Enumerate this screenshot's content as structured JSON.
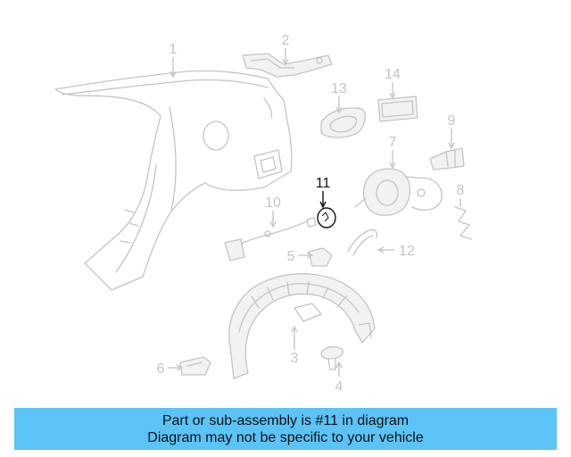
{
  "diagram": {
    "callouts": [
      "1",
      "2",
      "3",
      "4",
      "5",
      "6",
      "7",
      "8",
      "9",
      "10",
      "11",
      "12",
      "13",
      "14"
    ],
    "highlighted_callout": "11"
  },
  "banner": {
    "line1": "Part or sub-assembly is #11 in diagram",
    "line2": "Diagram may not be specific to your vehicle",
    "color": "#5bc3f5"
  }
}
